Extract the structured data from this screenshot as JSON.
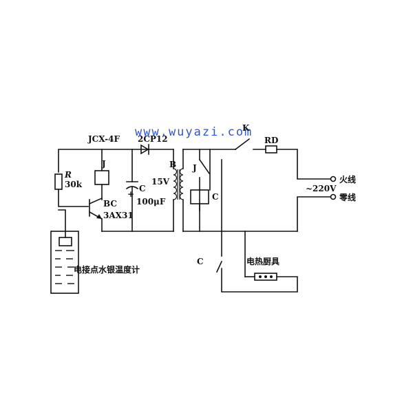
{
  "watermark": "www.wuyazi.com",
  "labels": {
    "jcx": "JCX-4F",
    "diode": "2CP12",
    "relay_j1": "J",
    "resistor_name": "R",
    "resistor_value": "30k",
    "cap_name": "C",
    "cap_plus": "+",
    "cap_value": "100μF",
    "transistor_type": "BC",
    "transistor_model": "3AX31",
    "transformer": "B",
    "voltage_15v": "15V",
    "relay_j2": "J",
    "relay_coil_c": "C",
    "switch_k": "K",
    "fuse": "RD",
    "live": "火线",
    "mains": "~220V",
    "neutral": "零线",
    "contact_c": "C",
    "heater": "电热厨具",
    "thermometer": "电接点水银温度计"
  },
  "colors": {
    "line": "#111111",
    "watermark": "#3355cc",
    "background": "#ffffff"
  }
}
